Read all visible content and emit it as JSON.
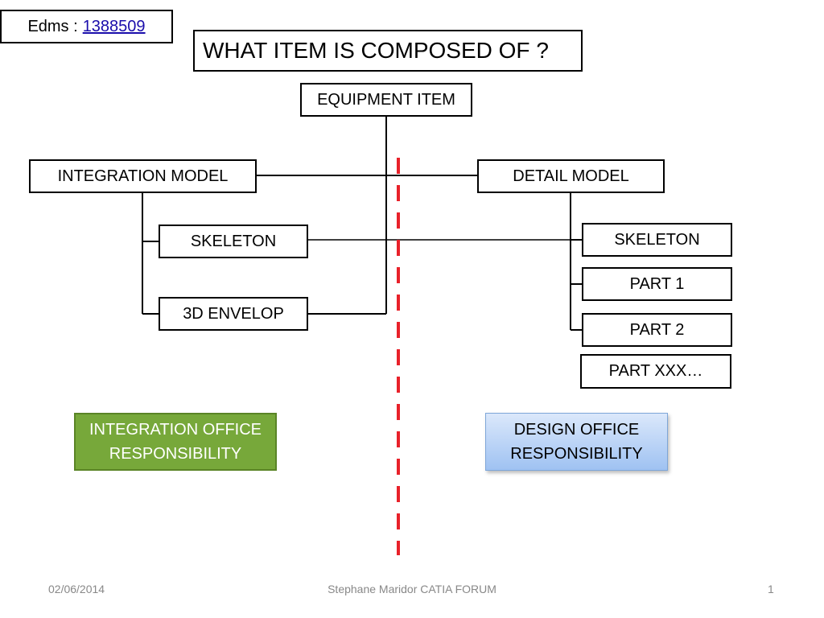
{
  "edms": {
    "label": "Edms :",
    "id": "1388509"
  },
  "title": "WHAT ITEM IS COMPOSED OF ?",
  "equipment_item": "EQUIPMENT ITEM",
  "integration": {
    "model": "INTEGRATION MODEL",
    "skeleton": "SKELETON",
    "envelop": "3D ENVELOP",
    "responsibility": "INTEGRATION  OFFICE RESPONSIBILITY"
  },
  "detail": {
    "model": "DETAIL MODEL",
    "skeleton": "SKELETON",
    "part1": "PART 1",
    "part2": "PART 2",
    "partxxx": "PART XXX…",
    "responsibility": "DESIGN OFFICE RESPONSIBILITY"
  },
  "divider_color": "#e8212a",
  "footer": {
    "date": "02/06/2014",
    "author": "Stephane Maridor CATIA FORUM",
    "page": "1"
  }
}
